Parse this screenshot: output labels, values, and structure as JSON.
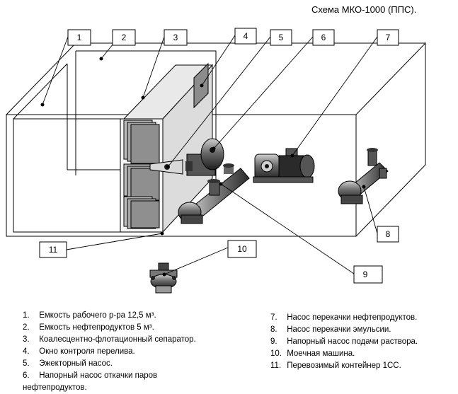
{
  "title": "Схема МКО-1000 (ППС).",
  "tags": [
    "1",
    "2",
    "3",
    "4",
    "5",
    "6",
    "7",
    "8",
    "9",
    "10",
    "11"
  ],
  "legend_left": [
    {
      "num": "1.",
      "text": "Емкость рабочего р-ра 12,5 м³."
    },
    {
      "num": "2.",
      "text": "Емкость нефтепродуктов 5 м³."
    },
    {
      "num": "3.",
      "text": "Коалесцентно-флотационный сепаратор."
    },
    {
      "num": "4.",
      "text": "Окно контроля перелива."
    },
    {
      "num": "5.",
      "text": "Эжекторный насос."
    },
    {
      "num": "6.",
      "text": "Напорный насос откачки паров"
    },
    {
      "num": "",
      "text": "нефтепродуктов."
    }
  ],
  "legend_right": [
    {
      "num": "7.",
      "text": "Насос перекачки нефтепродуктов."
    },
    {
      "num": "8.",
      "text": "Насос перекачки эмульсии."
    },
    {
      "num": "9.",
      "text": "Напорный насос подачи раствора."
    },
    {
      "num": "10.",
      "text": "Моечная машина."
    },
    {
      "num": "11.",
      "text": "Перевозимый контейнер 1СС."
    }
  ]
}
